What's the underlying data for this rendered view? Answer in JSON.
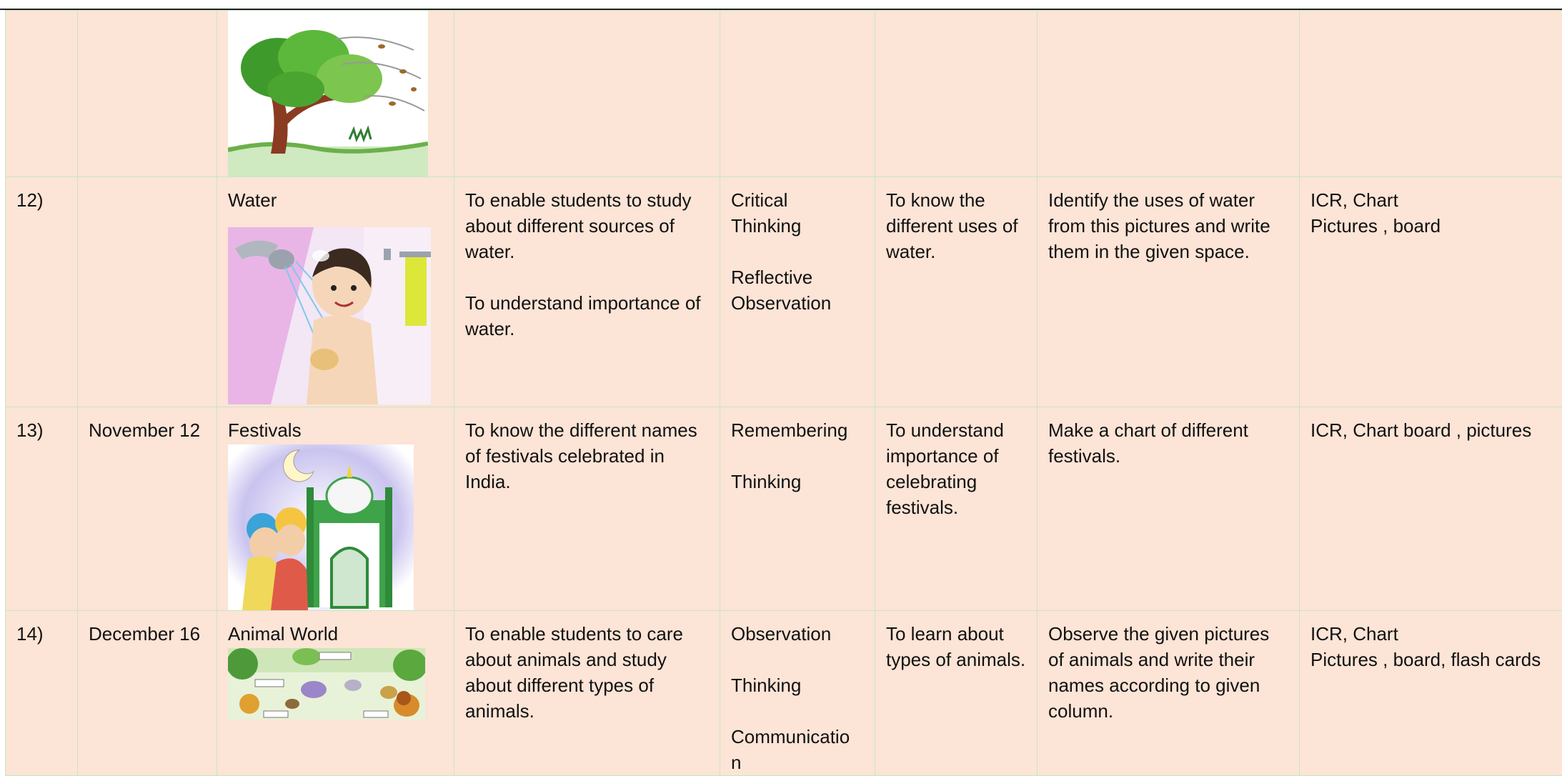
{
  "colors": {
    "cell_bg": "#fce4d6",
    "grid": "#c6e7c3",
    "text": "#111111"
  },
  "rows": [
    {
      "sno": "",
      "month": "",
      "topic": "",
      "image_icon": "windy-tree-icon",
      "objectives": "",
      "skills": "",
      "outcomes": "",
      "activity": "",
      "resources": ""
    },
    {
      "sno": "12)",
      "month": "",
      "topic": "Water",
      "image_icon": "boy-bathing-icon",
      "objectives": "To enable students to study about different sources of water.\n\nTo understand importance of water.",
      "skills": "Critical\nThinking\n\nReflective\nObservation",
      "outcomes": "To know the different uses of water.",
      "activity": "Identify the uses of water from this pictures and write them in the given space.",
      "resources": "ICR, Chart\nPictures , board"
    },
    {
      "sno": "13)",
      "month": "November 12",
      "topic": "Festivals",
      "image_icon": "mosque-festival-icon",
      "objectives": "To know the different names of festivals celebrated in India.",
      "skills": "Remembering\n\nThinking",
      "outcomes": "To understand importance of celebrating festivals.",
      "activity": "Make a chart of different festivals.",
      "resources": "ICR, Chart board , pictures"
    },
    {
      "sno": "14)",
      "month": "December 16",
      "topic": "Animal World",
      "image_icon": "animal-world-icon",
      "objectives": "To enable students to care about animals and study about different types of animals.",
      "skills": "Observation\n\nThinking\n\nCommunicatio\nn",
      "outcomes": "To learn about types of animals.",
      "activity": "Observe the given pictures of animals and write their names according to given column.",
      "resources": "ICR, Chart\nPictures , board, flash cards"
    }
  ]
}
